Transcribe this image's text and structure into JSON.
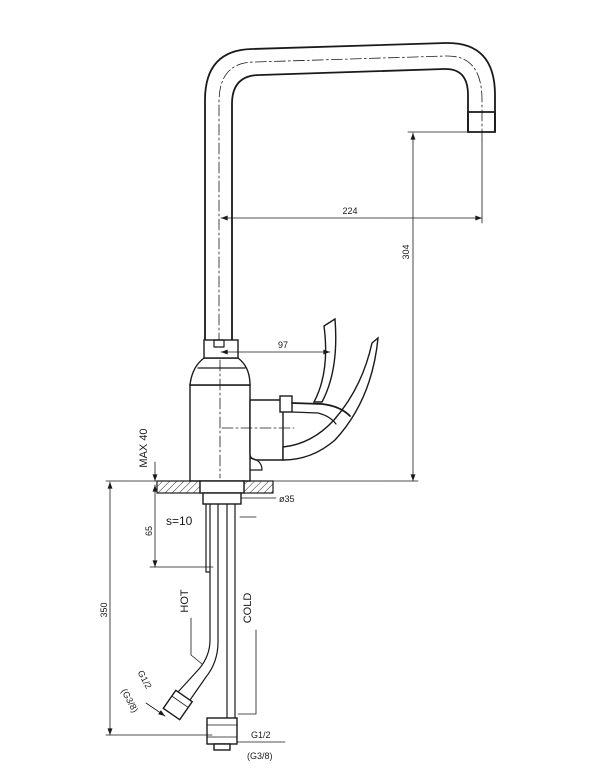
{
  "dimensions": {
    "spout_reach": "224",
    "spout_height": "304",
    "handle_reach": "97",
    "counter_max": "MAX 40",
    "base_diameter": "ø35",
    "shank_depth": "65",
    "hose_length": "350"
  },
  "labels": {
    "wall_thickness": "s=10",
    "hot": "HOT",
    "cold": "COLD"
  },
  "connections": {
    "hot_thread": "G1/2",
    "hot_thread_alt": "(G3/8)",
    "cold_thread": "G1/2",
    "cold_thread_alt": "(G3/8)"
  },
  "colors": {
    "ink": "#1a1a1a",
    "paper": "#ffffff"
  }
}
